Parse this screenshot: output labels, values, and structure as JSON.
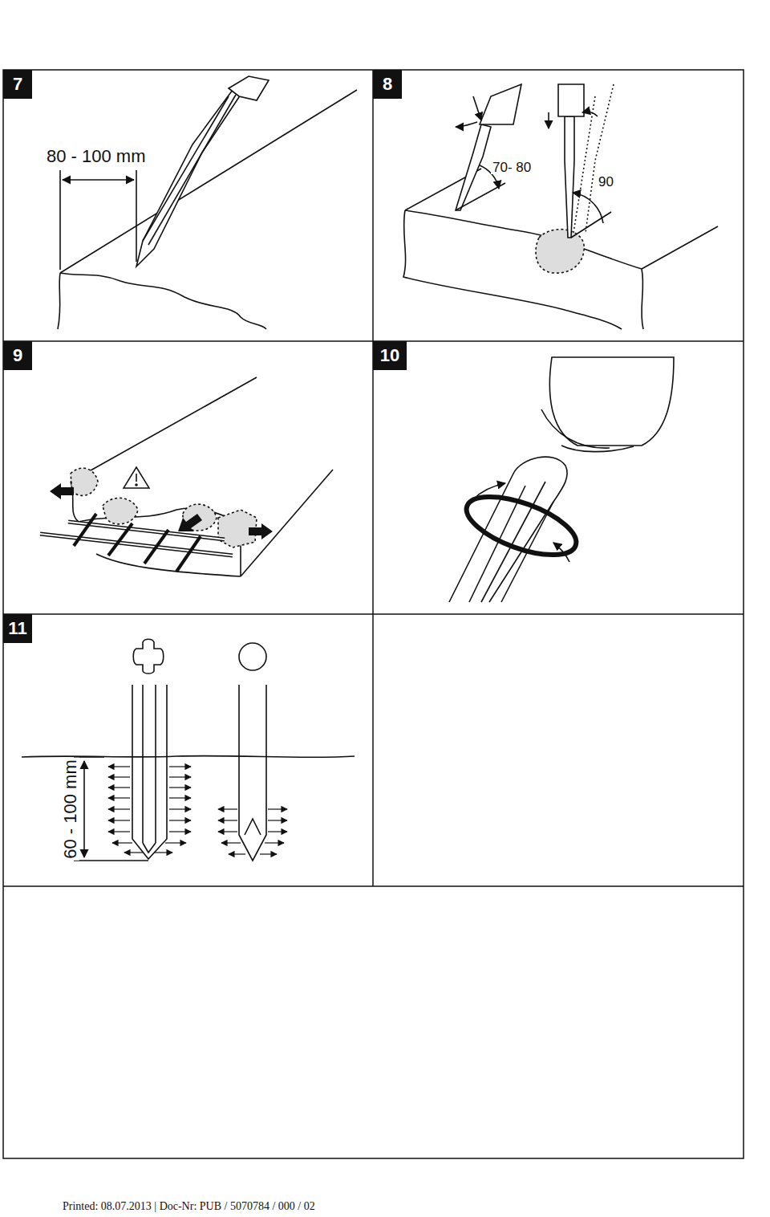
{
  "diagram": {
    "labels": [
      "7",
      "8",
      "9",
      "10",
      "11",
      "80 - 100 mm",
      "70- 80",
      "90",
      "60 - 100 mm",
      "Printed: 08.07.2013 | Doc-Nr: PUB / 5070784 / 000 / 02"
    ]
  }
}
